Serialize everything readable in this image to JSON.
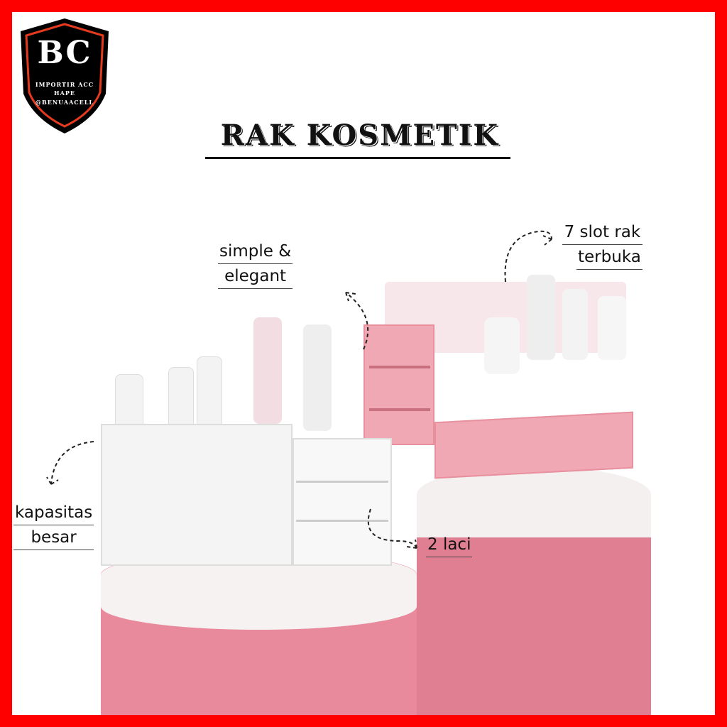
{
  "logo": {
    "initials": "BC",
    "line1": "IMPORTIR ACC",
    "line2": "HAPE",
    "handle": "@BENUAACELL"
  },
  "title": "RAK KOSMETIK",
  "callouts": {
    "simple": [
      "simple &",
      "elegant"
    ],
    "slots": [
      "7 slot rak",
      "terbuka"
    ],
    "capacity": [
      "kapasitas",
      "besar"
    ],
    "drawers": "2 laci"
  },
  "colors": {
    "border": "#ff0000",
    "pink": "#e8899a",
    "pink_light": "#f2b6c0",
    "organizer_pink": "#f0a9b4",
    "organizer_white": "#f4f4f4"
  }
}
